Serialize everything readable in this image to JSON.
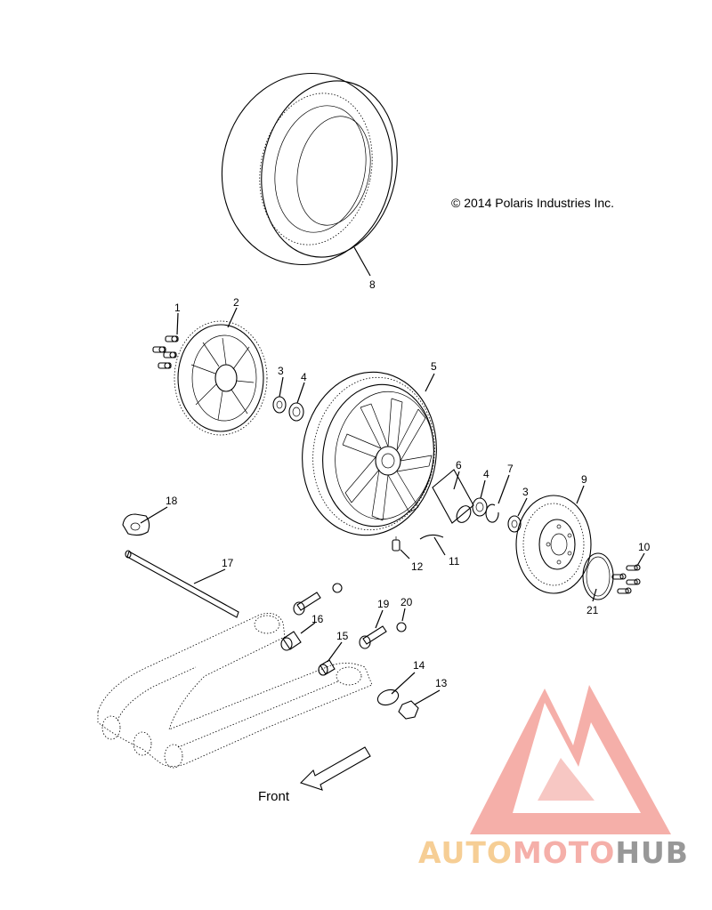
{
  "copyright": "© 2014 Polaris Industries Inc.",
  "front_label": "Front",
  "callouts": [
    "1",
    "2",
    "3",
    "4",
    "5",
    "6",
    "4",
    "7",
    "3",
    "9",
    "10",
    "21",
    "8",
    "18",
    "17",
    "12",
    "11",
    "16",
    "19",
    "20",
    "15",
    "14",
    "13"
  ],
  "watermark": {
    "part1": "AUTO",
    "part2": "MOTO",
    "part3": "HUB",
    "color_primary": "#f4a7a0",
    "color_secondary": "#f6c98a",
    "color_tertiary": "#8d8d8d"
  }
}
